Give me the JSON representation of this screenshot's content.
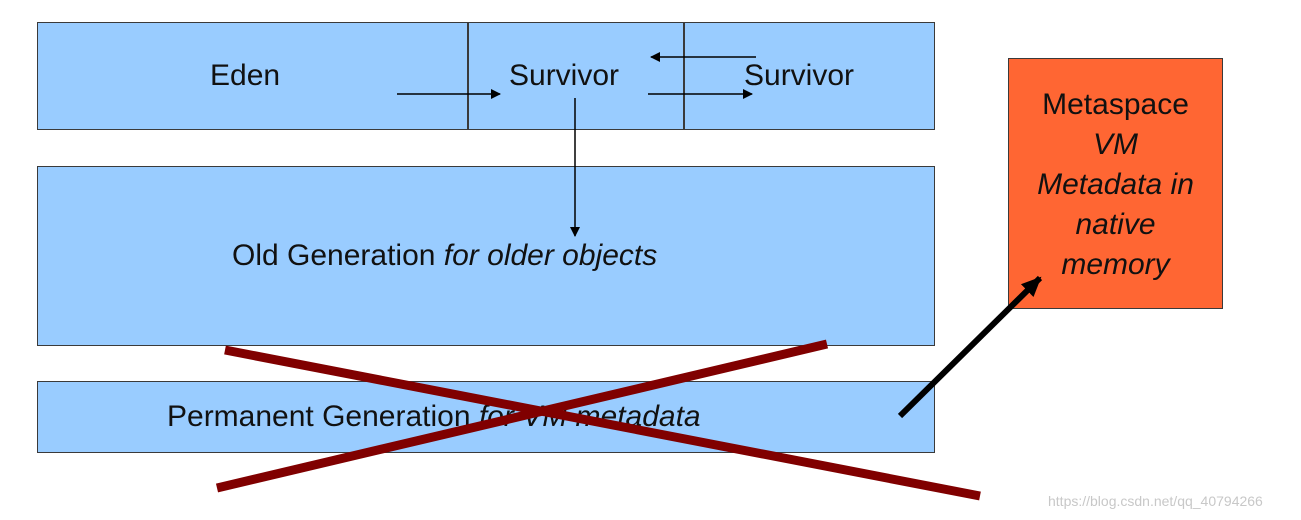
{
  "young_gen": {
    "eden": "Eden",
    "survivor_a": "Survivor",
    "survivor_b": "Survivor"
  },
  "old_gen": {
    "label": "Old Generation",
    "desc": " for older objects"
  },
  "perm_gen": {
    "label": "Permanent Generation",
    "desc": " for VM metadata"
  },
  "metaspace": {
    "title": "Metaspace",
    "line2": "VM",
    "line3": "Metadata in",
    "line4": "native",
    "line5": "memory"
  },
  "watermark": "https://blog.csdn.net/qq_40794266",
  "colors": {
    "heap_region": "#99ccff",
    "metaspace": "#ff6633",
    "cross_out": "#800000",
    "arrow": "#000000"
  }
}
